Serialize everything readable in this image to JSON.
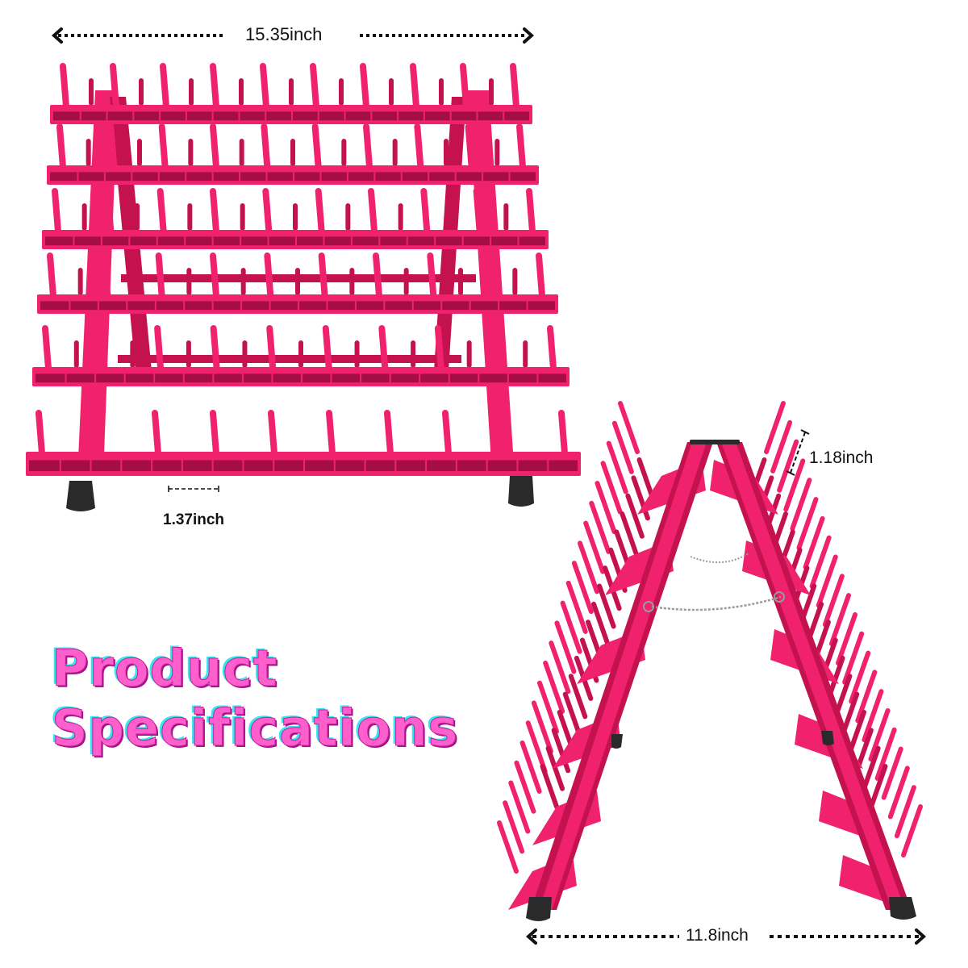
{
  "title": {
    "line1": "Product",
    "line2": "Specifications"
  },
  "dimensions": {
    "width": {
      "label": "15.35inch",
      "arrow": "double-dotted"
    },
    "peg_spacing": {
      "label": "1.37inch",
      "arrow": "dashed-bracket"
    },
    "peg_height": {
      "label": "1.18inch",
      "arrow": "dashed-bracket"
    },
    "depth": {
      "label": "11.8inch",
      "arrow": "double-dotted"
    }
  },
  "product": {
    "name": "Thread spool rack",
    "views": [
      "front-view",
      "side-view"
    ],
    "tiers": 6,
    "colors": {
      "body": "#f0226e",
      "body_dark": "#c4124f",
      "body_shadow": "#a40e42",
      "feet": "#2a2a2a",
      "chain": "#9a9a9a",
      "text": "#111111",
      "title_fill": "#ff5fcb",
      "title_cyan": "#33e6f0",
      "title_shadow": "#a0148a"
    }
  }
}
